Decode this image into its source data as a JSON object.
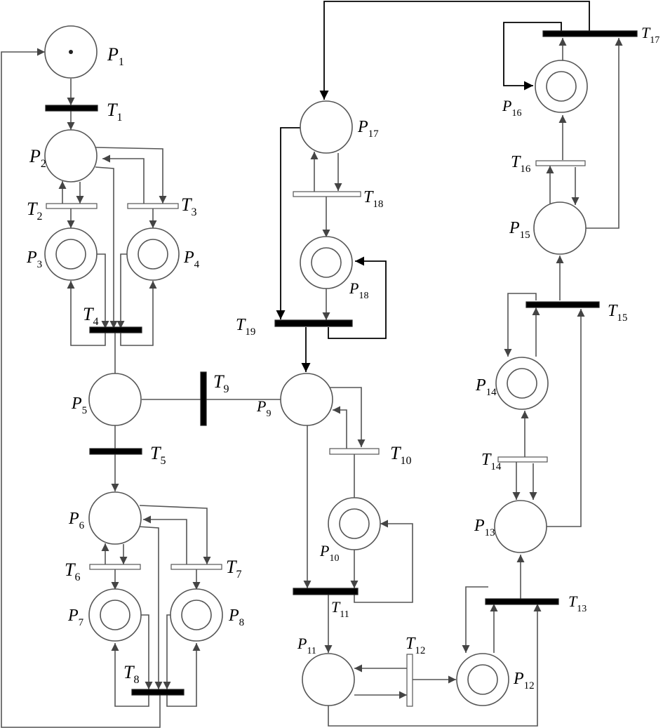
{
  "places": [
    {
      "id": "p1",
      "base": "P",
      "sub": "1"
    },
    {
      "id": "p2",
      "base": "P",
      "sub": "2"
    },
    {
      "id": "p3",
      "base": "P",
      "sub": "3"
    },
    {
      "id": "p4",
      "base": "P",
      "sub": "4"
    },
    {
      "id": "p5",
      "base": "P",
      "sub": "5"
    },
    {
      "id": "p6",
      "base": "P",
      "sub": "6"
    },
    {
      "id": "p7",
      "base": "P",
      "sub": "7"
    },
    {
      "id": "p8",
      "base": "P",
      "sub": "8"
    },
    {
      "id": "p9",
      "base": "P",
      "sub": "9"
    },
    {
      "id": "p10",
      "base": "P",
      "sub": "10"
    },
    {
      "id": "p11",
      "base": "P",
      "sub": "11"
    },
    {
      "id": "p12",
      "base": "P",
      "sub": "12"
    },
    {
      "id": "p13",
      "base": "P",
      "sub": "13"
    },
    {
      "id": "p14",
      "base": "P",
      "sub": "14"
    },
    {
      "id": "p15",
      "base": "P",
      "sub": "15"
    },
    {
      "id": "p16",
      "base": "P",
      "sub": "16"
    },
    {
      "id": "p17",
      "base": "P",
      "sub": "17"
    },
    {
      "id": "p18",
      "base": "P",
      "sub": "18"
    }
  ],
  "transitions": [
    {
      "id": "t1",
      "base": "T",
      "sub": "1"
    },
    {
      "id": "t2",
      "base": "T",
      "sub": "2"
    },
    {
      "id": "t3",
      "base": "T",
      "sub": "3"
    },
    {
      "id": "t4",
      "base": "T",
      "sub": "4"
    },
    {
      "id": "t5",
      "base": "T",
      "sub": "5"
    },
    {
      "id": "t6",
      "base": "T",
      "sub": "6"
    },
    {
      "id": "t7",
      "base": "T",
      "sub": "7"
    },
    {
      "id": "t8",
      "base": "T",
      "sub": "8"
    },
    {
      "id": "t9",
      "base": "T",
      "sub": "9"
    },
    {
      "id": "t10",
      "base": "T",
      "sub": "10"
    },
    {
      "id": "t11",
      "base": "T",
      "sub": "11"
    },
    {
      "id": "t12",
      "base": "T",
      "sub": "12"
    },
    {
      "id": "t13",
      "base": "T",
      "sub": "13"
    },
    {
      "id": "t14",
      "base": "T",
      "sub": "14"
    },
    {
      "id": "t15",
      "base": "T",
      "sub": "15"
    },
    {
      "id": "t16",
      "base": "T",
      "sub": "16"
    },
    {
      "id": "t17",
      "base": "T",
      "sub": "17"
    },
    {
      "id": "t18",
      "base": "T",
      "sub": "18"
    },
    {
      "id": "t19",
      "base": "T",
      "sub": "19"
    }
  ]
}
